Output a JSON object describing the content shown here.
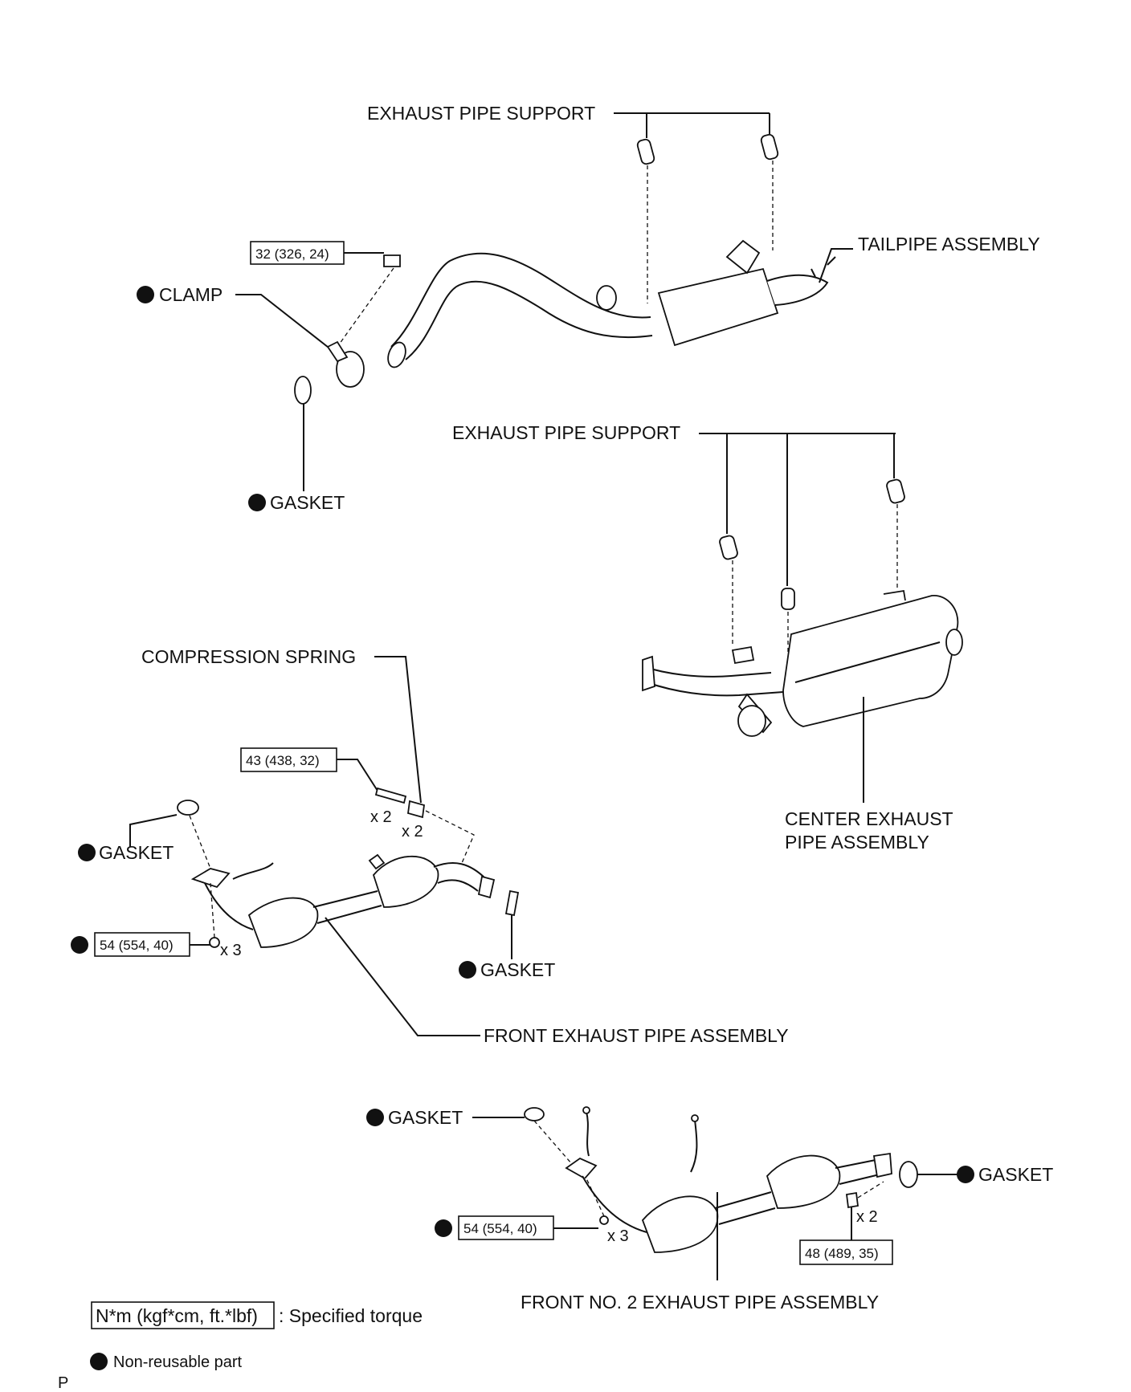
{
  "labels": {
    "exhaust_pipe_support_upper": "EXHAUST PIPE SUPPORT",
    "tailpipe_assembly": "TAILPIPE ASSEMBLY",
    "clamp": "CLAMP",
    "gasket_upper": "GASKET",
    "exhaust_pipe_support_center": "EXHAUST PIPE SUPPORT",
    "compression_spring": "COMPRESSION SPRING",
    "center_exhaust_pipe_line1": "CENTER EXHAUST",
    "center_exhaust_pipe_line2": "PIPE ASSEMBLY",
    "gasket_front_left": "GASKET",
    "gasket_front_right": "GASKET",
    "front_exhaust_pipe_assembly": "FRONT EXHAUST PIPE ASSEMBLY",
    "gasket_no2_left": "GASKET",
    "gasket_no2_right": "GASKET",
    "front_no2_exhaust_pipe_assembly": "FRONT NO. 2 EXHAUST PIPE ASSEMBLY"
  },
  "torques": {
    "clamp_bolt": "32 (326, 24)",
    "spring_bolt": "43 (438, 32)",
    "front_nut": "54 (554, 40)",
    "no2_nut": "54 (554, 40)",
    "no2_bolt": "48 (489, 35)"
  },
  "quantities": {
    "spring_bolt": "x 2",
    "spring": "x 2",
    "front_nut": "x 3",
    "no2_nut": "x 3",
    "no2_bolt": "x 2"
  },
  "legend": {
    "torque_unit": "N*m (kgf*cm, ft.*lbf)",
    "torque_text": ": Specified torque",
    "nonreusable_text": "Non-reusable part"
  },
  "footer_mark": "P",
  "icons": {
    "nonreusable_marker": "filled-circle-icon"
  }
}
